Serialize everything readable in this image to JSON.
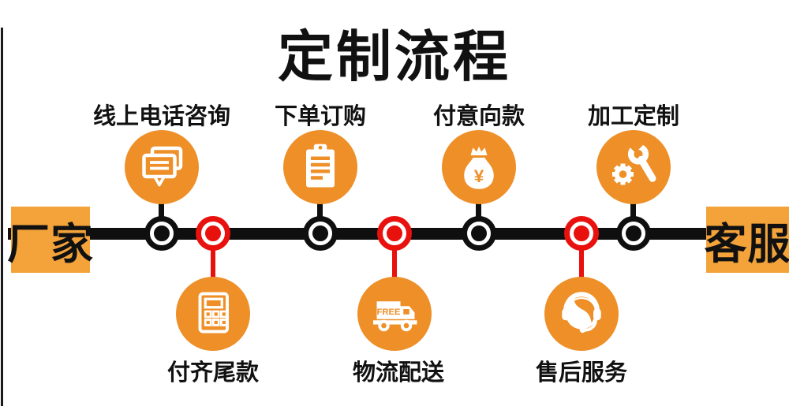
{
  "title": "定制流程",
  "endpoints": {
    "left": "厂家",
    "right": "客服"
  },
  "colors": {
    "circle_orange": "#EE8F28",
    "endpoint_orange": "#F3A33A",
    "node_red": "#E8110D",
    "line_black": "#0f0f0f"
  },
  "flow": {
    "type": "process-timeline",
    "direction": "left-to-right",
    "start": "厂家",
    "end": "客服",
    "order": [
      "线上电话咨询",
      "付齐尾款",
      "下单订购",
      "物流配送",
      "付意向款",
      "售后服务",
      "加工定制"
    ]
  },
  "steps": [
    {
      "label": "线上电话咨询",
      "icon": "chat-icon",
      "position": "top",
      "node_color": "black"
    },
    {
      "label": "付齐尾款",
      "icon": "calculator-icon",
      "position": "bottom",
      "node_color": "red"
    },
    {
      "label": "下单订购",
      "icon": "clipboard-icon",
      "position": "top",
      "node_color": "black"
    },
    {
      "label": "物流配送",
      "icon": "truck-icon",
      "position": "bottom",
      "node_color": "red",
      "badge": "FREE"
    },
    {
      "label": "付意向款",
      "icon": "money-bag-icon",
      "position": "top",
      "node_color": "black",
      "currency": "¥"
    },
    {
      "label": "售后服务",
      "icon": "headset-icon",
      "position": "bottom",
      "node_color": "red"
    },
    {
      "label": "加工定制",
      "icon": "wrench-gear-icon",
      "position": "top",
      "node_color": "black"
    }
  ]
}
